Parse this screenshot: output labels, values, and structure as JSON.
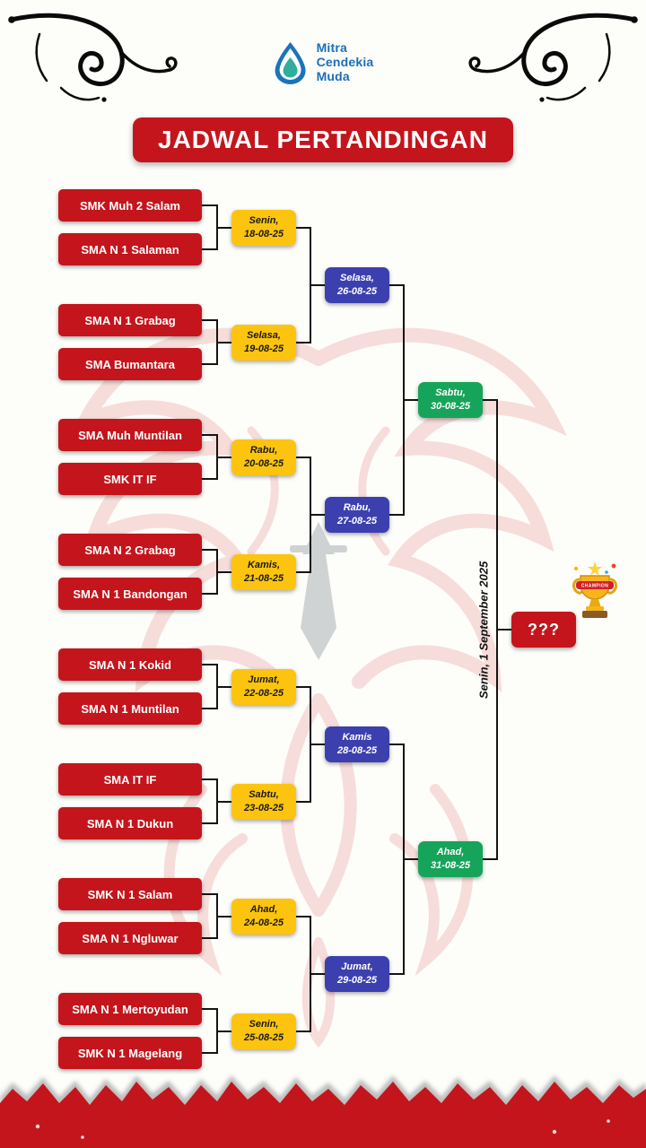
{
  "title": {
    "text": "JADWAL PERTANDINGAN"
  },
  "logo": {
    "name_lines": [
      "Mitra",
      "Cendekia",
      "Muda"
    ]
  },
  "colors": {
    "red": "#c4151c",
    "yellow": "#fcc40f",
    "blue": "#3c40ae",
    "green": "#16a45a",
    "line": "#141414",
    "logo-blue": "#1b6fb5",
    "logo-green": "#2fae9e"
  },
  "bracket": {
    "teams": [
      "SMK Muh 2 Salam",
      "SMA N 1 Salaman",
      "SMA N 1 Grabag",
      "SMA Bumantara",
      "SMA Muh Muntilan",
      "SMK IT IF",
      "SMA N 2 Grabag",
      "SMA N 1 Bandongan",
      "SMA N 1 Kokid",
      "SMA N 1 Muntilan",
      "SMA IT IF",
      "SMA N 1 Dukun",
      "SMK N 1 Salam",
      "SMA N 1 Ngluwar",
      "SMA N 1 Mertoyudan",
      "SMK N 1 Magelang"
    ],
    "round1": [
      {
        "day": "Senin,",
        "date": "18-08-25"
      },
      {
        "day": "Selasa,",
        "date": "19-08-25"
      },
      {
        "day": "Rabu,",
        "date": "20-08-25"
      },
      {
        "day": "Kamis,",
        "date": "21-08-25"
      },
      {
        "day": "Jumat,",
        "date": "22-08-25"
      },
      {
        "day": "Sabtu,",
        "date": "23-08-25"
      },
      {
        "day": "Ahad,",
        "date": "24-08-25"
      },
      {
        "day": "Senin,",
        "date": "25-08-25"
      }
    ],
    "round2": [
      {
        "day": "Selasa,",
        "date": "26-08-25"
      },
      {
        "day": "Rabu,",
        "date": "27-08-25"
      },
      {
        "day": "Kamis",
        "date": "28-08-25"
      },
      {
        "day": "Jumat,",
        "date": "29-08-25"
      }
    ],
    "round3": [
      {
        "day": "Sabtu,",
        "date": "30-08-25"
      },
      {
        "day": "Ahad,",
        "date": "31-08-25"
      }
    ],
    "final": {
      "date_text": "Senin, 1 September 2025",
      "placeholder": "???",
      "ribbon": "CHAMPION"
    }
  }
}
